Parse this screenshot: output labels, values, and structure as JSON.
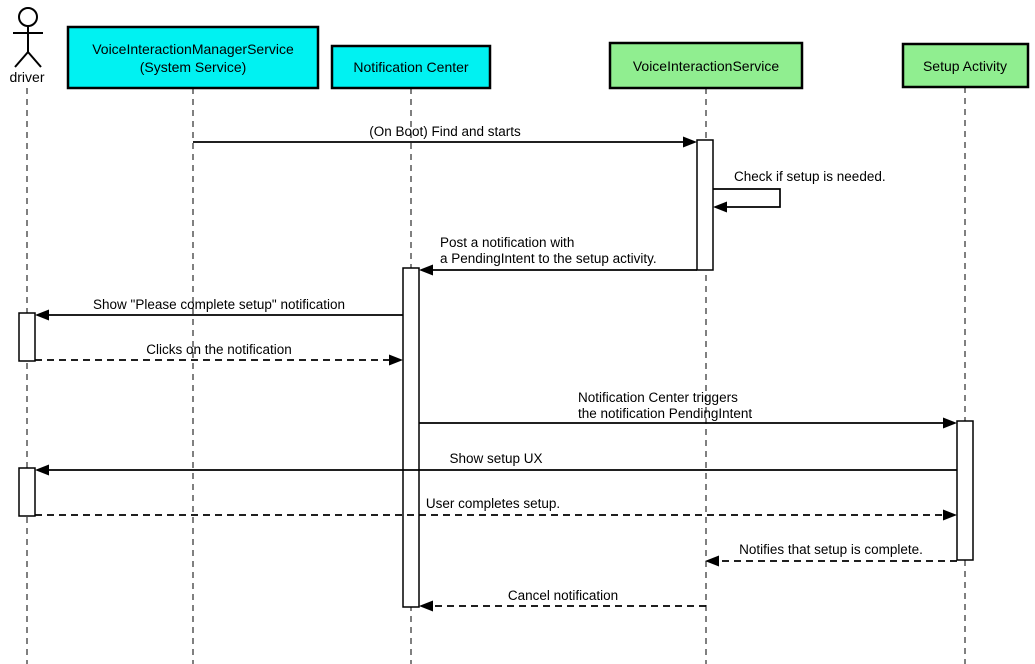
{
  "colors": {
    "service_box": "#00f2f2",
    "component_box": "#90ee90",
    "line": "#000000",
    "background": "#ffffff"
  },
  "participants": [
    {
      "id": "driver",
      "type": "actor",
      "label": "driver"
    },
    {
      "id": "voice-interaction-manager-service",
      "type": "box",
      "label_line1": "VoiceInteractionManagerService",
      "label_line2": "(System Service)",
      "color": "#00f2f2"
    },
    {
      "id": "notification-center",
      "type": "box",
      "label": "Notification Center",
      "color": "#00f2f2"
    },
    {
      "id": "voice-interaction-service",
      "type": "box",
      "label": "VoiceInteractionService",
      "color": "#90ee90"
    },
    {
      "id": "setup-activity",
      "type": "box",
      "label": "Setup Activity",
      "color": "#90ee90"
    }
  ],
  "messages": [
    {
      "label": "(On Boot) Find and starts",
      "from": "VoiceInteractionManagerService (System Service)",
      "to": "VoiceInteractionService",
      "line": "solid"
    },
    {
      "label": "Check if setup is needed.",
      "from": "VoiceInteractionService",
      "to": "VoiceInteractionService",
      "line": "solid",
      "self_message": true
    },
    {
      "label_line1": "Post a notification with",
      "label_line2": "a PendingIntent to the setup activity.",
      "from": "VoiceInteractionService",
      "to": "Notification Center",
      "line": "solid"
    },
    {
      "label": "Show \"Please complete setup\" notification",
      "from": "Notification Center",
      "to": "driver",
      "line": "solid"
    },
    {
      "label": "Clicks on the notification",
      "from": "driver",
      "to": "Notification Center",
      "line": "dashed"
    },
    {
      "label_line1": "Notification Center triggers",
      "label_line2": "the notification PendingIntent",
      "from": "Notification Center",
      "to": "Setup Activity",
      "line": "solid"
    },
    {
      "label": "Show setup UX",
      "from": "Setup Activity",
      "to": "driver",
      "line": "solid"
    },
    {
      "label": "User completes setup.",
      "from": "driver",
      "to": "Setup Activity",
      "line": "dashed"
    },
    {
      "label": "Notifies that setup is complete.",
      "from": "Setup Activity",
      "to": "VoiceInteractionService",
      "line": "dashed"
    },
    {
      "label": "Cancel notification",
      "from": "VoiceInteractionService",
      "to": "Notification Center",
      "line": "dashed"
    }
  ]
}
